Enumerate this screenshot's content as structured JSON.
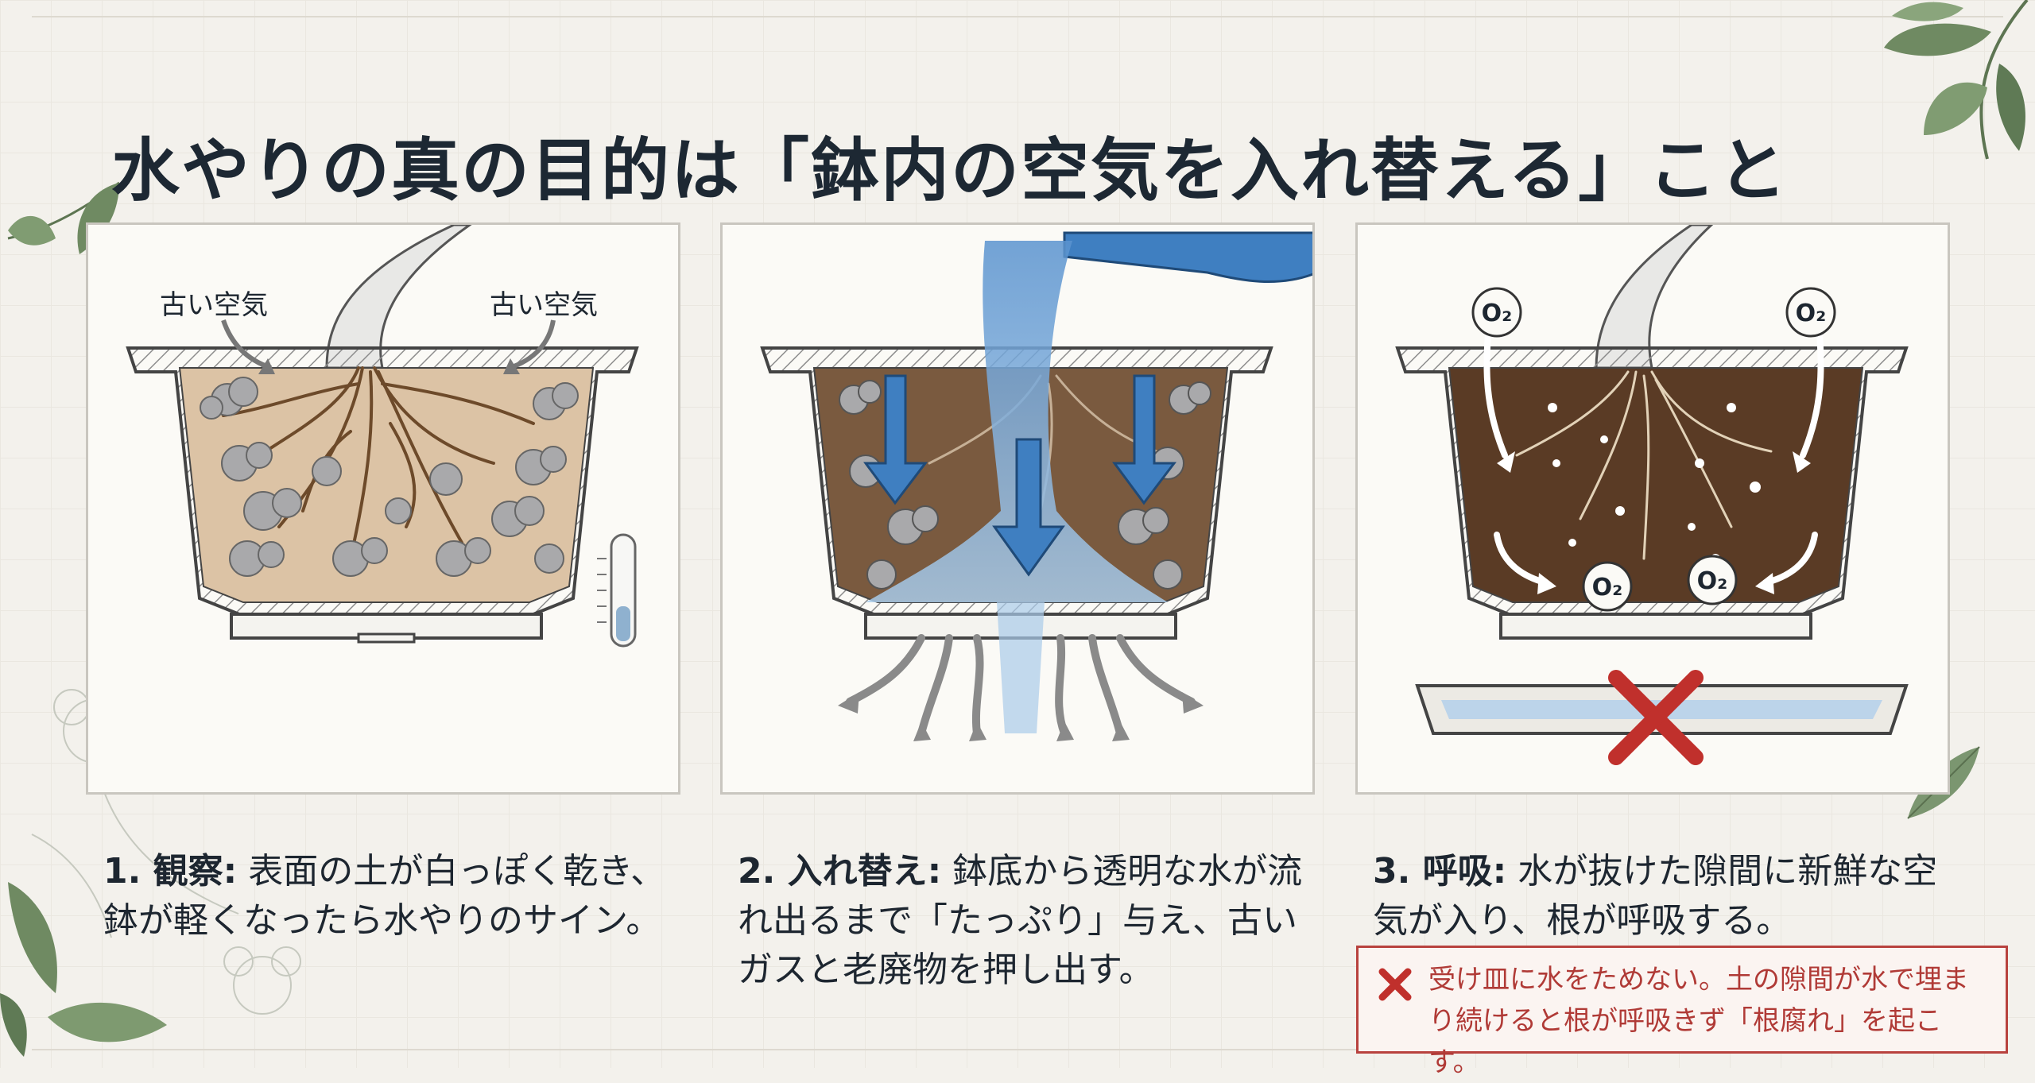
{
  "title": "水やりの真の目的は「鉢内の空気を入れ替える」こと",
  "panel1": {
    "label_left": "古い空気",
    "label_right": "古い空気"
  },
  "panel3": {
    "o2": "O₂"
  },
  "steps": [
    {
      "number_label": "1. 観察:",
      "text": "表面の土が白っぽく乾き、鉢が軽くなったら水やりのサイン。"
    },
    {
      "number_label": "2. 入れ替え:",
      "text": "鉢底から透明な水が流れ出るまで「たっぷり」与え、古いガスと老廃物を押し出す。"
    },
    {
      "number_label": "3. 呼吸:",
      "text": "水が抜けた隙間に新鮮な空気が入り、根が呼吸する。"
    }
  ],
  "warning": {
    "text": "受け皿に水をためない。土の隙間が水で埋まり続けると根が呼吸きず「根腐れ」を起こす。"
  },
  "colors": {
    "accent_blue": "#3f7fc1",
    "warning_red": "#c0302c",
    "dry_soil": "#dcc3a5",
    "wet_soil": "#7a5a3f",
    "rich_soil": "#5a3b25"
  }
}
